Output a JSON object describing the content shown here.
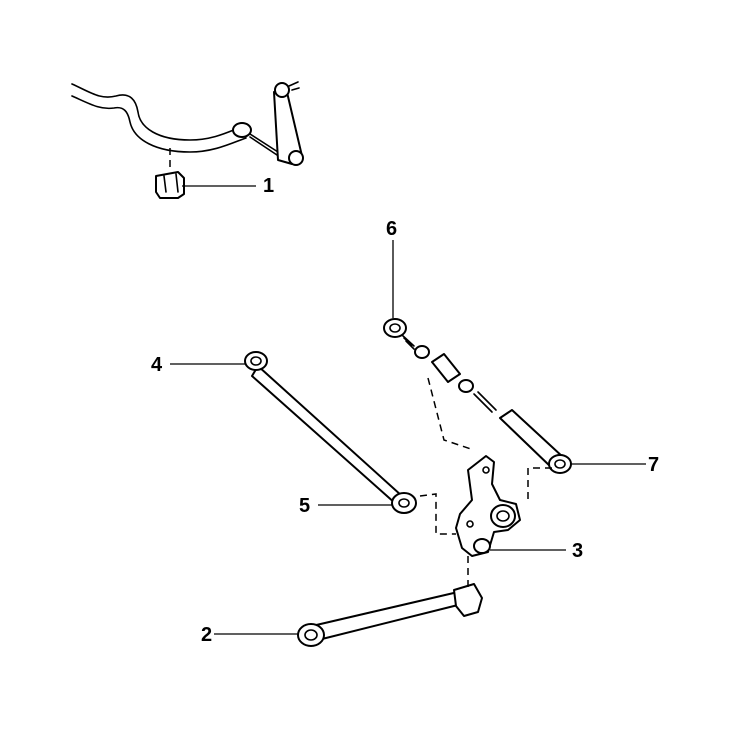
{
  "callouts": {
    "part_1": "1",
    "part_2": "2",
    "part_3": "3",
    "part_4": "4",
    "part_5": "5",
    "part_6": "6",
    "part_7": "7"
  }
}
